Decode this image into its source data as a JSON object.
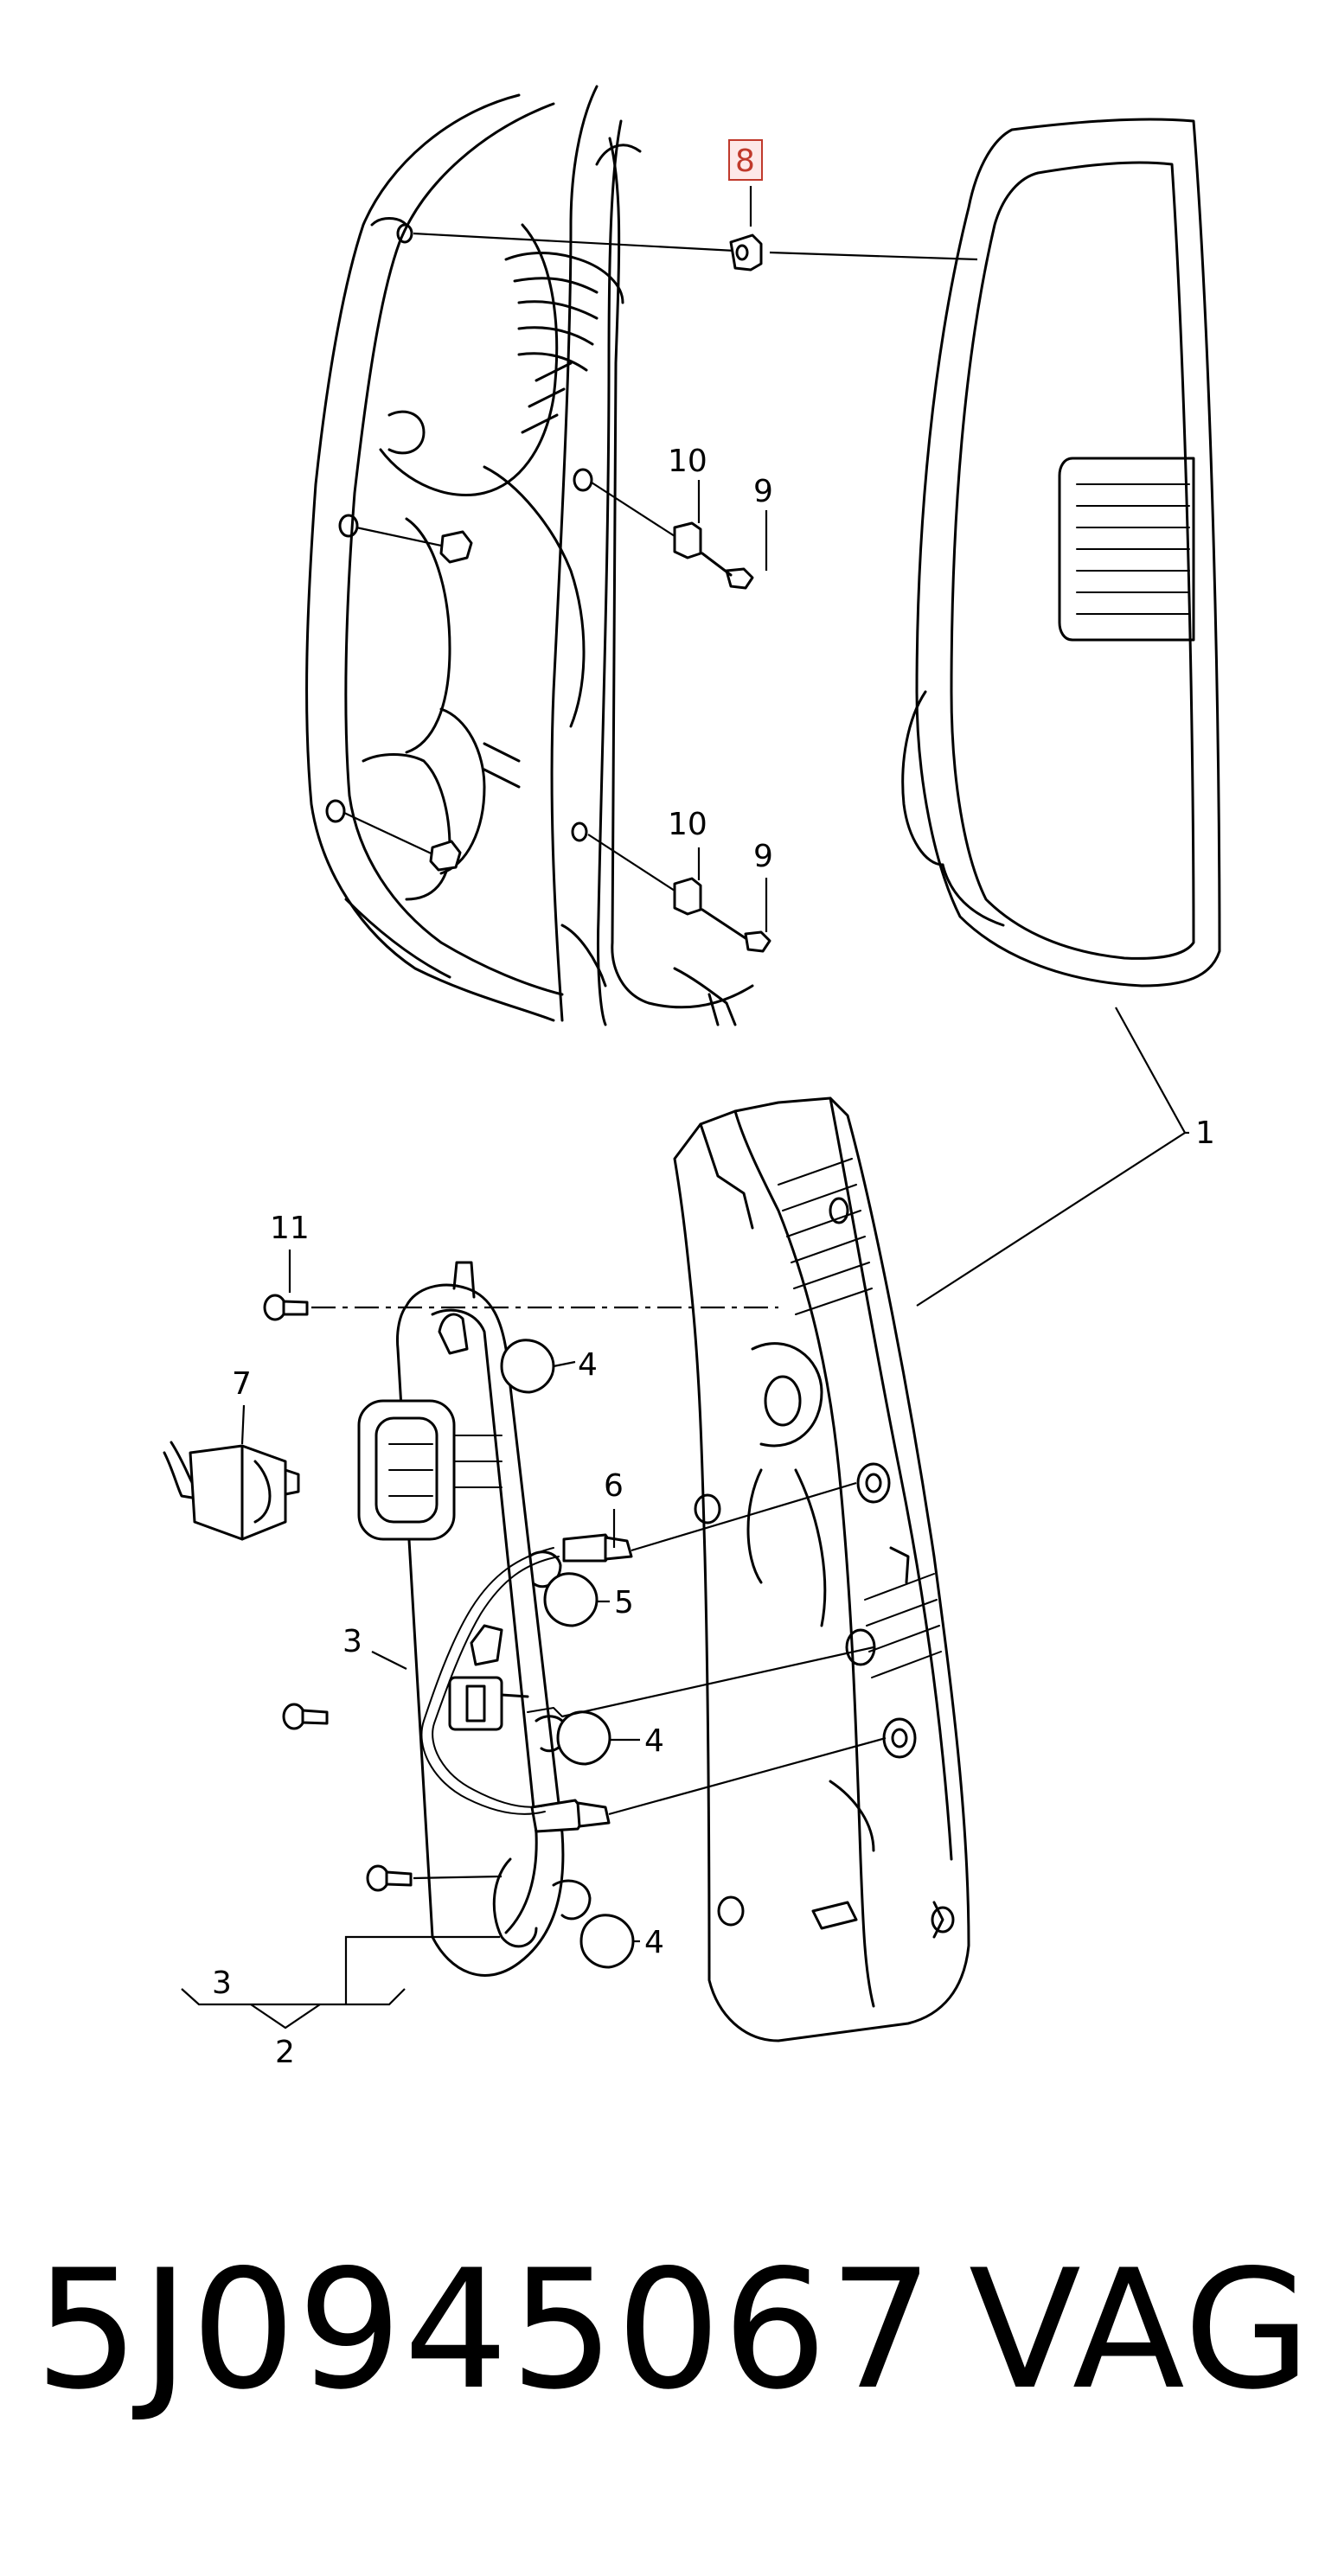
{
  "callouts": {
    "c1": "1",
    "c2": "2",
    "c3a": "3",
    "c3b": "3",
    "c4a": "4",
    "c4b": "4",
    "c4c": "4",
    "c5": "5",
    "c6": "6",
    "c7": "7",
    "c8": "8",
    "c9a": "9",
    "c9b": "9",
    "c10a": "10",
    "c10b": "10",
    "c11": "11"
  },
  "highlight_color": "#c0392b",
  "footer": {
    "part_number": "5J0945067",
    "brand": "VAG"
  }
}
